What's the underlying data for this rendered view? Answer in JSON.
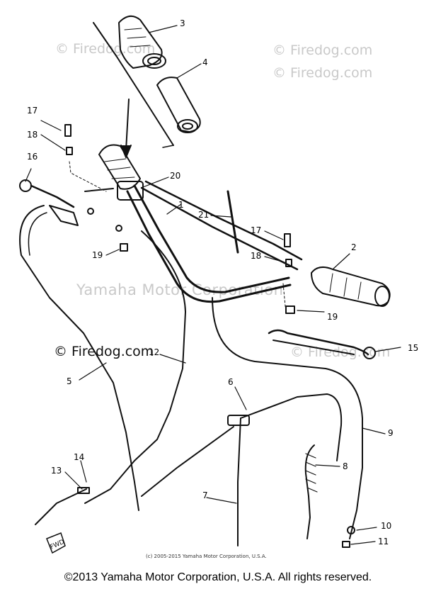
{
  "watermarks": {
    "top_left": "© Firedog.com",
    "top_right": "© Firedog.com",
    "top_right_second": "© Firedog.com",
    "center": "Yamaha Motor Corporation",
    "lower_right": "© Firedog.com"
  },
  "firedog_label": "© Firedog.com",
  "fwd_badge": "FWD",
  "small_copyright": "(c) 2005-2015 Yamaha Motor Corporation, U.S.A.",
  "footer_copyright": "©2013 Yamaha Motor Corporation, U.S.A. All rights reserved.",
  "callouts": [
    "1",
    "2",
    "3",
    "4",
    "5",
    "6",
    "7",
    "8",
    "9",
    "10",
    "11",
    "12",
    "13",
    "14",
    "15",
    "16",
    "17",
    "18",
    "19",
    "20",
    "21",
    "17",
    "18",
    "19"
  ]
}
